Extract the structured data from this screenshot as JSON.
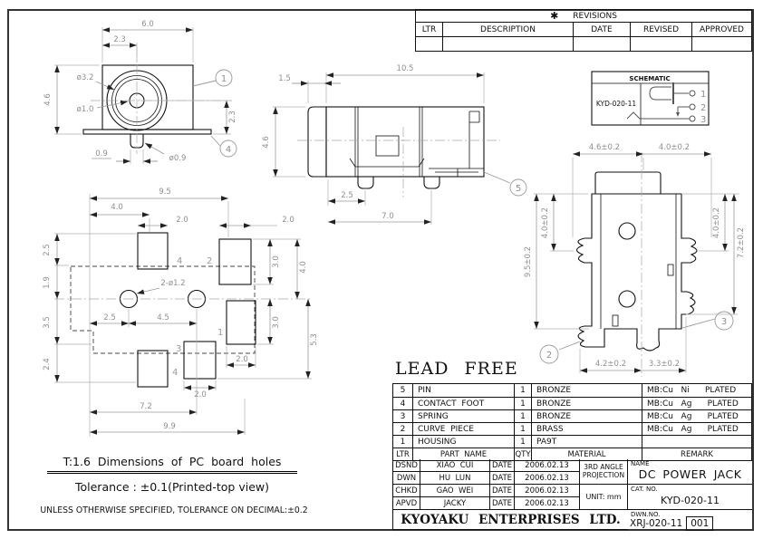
{
  "revisions": {
    "star": "✱",
    "title": "REVISIONS",
    "headers": [
      "LTR",
      "DESCRIPTION",
      "DATE",
      "REVISED",
      "APPROVED"
    ]
  },
  "front_view": {
    "dim_width": "6.0",
    "dim_center_offset": "2.3",
    "dim_height": "4.6",
    "dim_outer_dia": "ø3.2",
    "dim_pin_dia": "ø1.0",
    "dim_right_height": "2.3",
    "dim_tab_offset": "0.9",
    "dim_tab_dia": "ø0.9",
    "balloon_housing": "1",
    "balloon_contact": "4"
  },
  "side_view": {
    "dim_length": "10.5",
    "dim_front": "1.5",
    "dim_height": "4.6",
    "dim_leg_offset": "2.5",
    "dim_leg_pitch": "7.0",
    "balloon_pin": "5"
  },
  "schematic": {
    "title": "SCHEMATIC",
    "model": "KYD-020-11",
    "pin1": "1",
    "pin2": "2",
    "pin3": "3"
  },
  "top_view": {
    "dim_top_left": "4.6±0.2",
    "dim_top_right": "4.0±0.2",
    "dim_left_outer": "9.5±0.2",
    "dim_left_inner": "4.0±0.2",
    "dim_right_inner": "4.0±0.2",
    "dim_right_outer": "7.2±0.2",
    "dim_bottom_left": "4.2±0.2",
    "dim_bottom_right": "3.3±0.2",
    "balloon_curve": "2",
    "balloon_spring": "3"
  },
  "pcb": {
    "dim_top_overall": "9.5",
    "dim_top_left": "4.0",
    "dim_top_mid": "2.0",
    "dim_top_right": "2.0",
    "dim_left": [
      "2.5",
      "1.9",
      "3.5",
      "2.4"
    ],
    "holes_label": "2-ø1.2",
    "dim_hole_left": "2.5",
    "dim_hole_span": "4.5",
    "dim_right_upper": "3.0",
    "dim_right_outer": "4.0",
    "dim_right_lower": "3.0",
    "dim_right_bottom": "5.3",
    "dim_pad1_w": "2.0",
    "dim_pad3_w": "2.0",
    "dim_bottom_inner": "7.2",
    "dim_bottom_overall": "9.9",
    "label_pad4_top": "4",
    "label_pad2": "2",
    "label_pad1": "1",
    "label_pad3": "3",
    "label_pad4_bottom": "4"
  },
  "notes": {
    "title": "T:1.6 Dimensions of PC board holes",
    "tolerance": "Tolerance : ±0.1(Printed-top view)",
    "general": "UNLESS OTHERWISE SPECIFIED, TOLERANCE ON DECIMAL:±0.2"
  },
  "lead_free": "LEAD FREE",
  "parts": {
    "headers": {
      "ltr": "LTR",
      "name": "PART  NAME",
      "qty": "QTY",
      "material": "MATERIAL",
      "remark": "REMARK"
    },
    "rows": [
      {
        "ltr": "5",
        "name": "PIN",
        "qty": "1",
        "material": "BRONZE",
        "remark": "MB:Cu   Ni      PLATED"
      },
      {
        "ltr": "4",
        "name": "CONTACT  FOOT",
        "qty": "1",
        "material": "BRONZE",
        "remark": "MB:Cu   Ag      PLATED"
      },
      {
        "ltr": "3",
        "name": "SPRING",
        "qty": "1",
        "material": "BRONZE",
        "remark": "MB:Cu   Ag      PLATED"
      },
      {
        "ltr": "2",
        "name": "CURVE  PIECE",
        "qty": "1",
        "material": "BRASS",
        "remark": "MB:Cu   Ag      PLATED"
      },
      {
        "ltr": "1",
        "name": "HOUSING",
        "qty": "1",
        "material": "PA9T",
        "remark": ""
      }
    ]
  },
  "title_block": {
    "approvals": [
      {
        "role": "DSND",
        "name": "XIAO  CUI",
        "date_label": "DATE",
        "date": "2006.02.13"
      },
      {
        "role": "DWN",
        "name": "HU  LUN",
        "date_label": "DATE",
        "date": "2006.02.13"
      },
      {
        "role": "CHKD",
        "name": "GAO  WEI",
        "date_label": "DATE",
        "date": "2006.02.13"
      },
      {
        "role": "APVD",
        "name": "JACKY",
        "date_label": "DATE",
        "date": "2006.02.13"
      }
    ],
    "projection": "3RD ANGLE PROJECTION",
    "unit": "UNIT: mm",
    "name_label": "NAME",
    "product": "DC POWER JACK",
    "cat_label": "CAT. NO.",
    "cat_no": "KYD-020-11",
    "dwn_label": "DWN.NO.",
    "dwn_no": "XRJ-020-11",
    "sheet": "001",
    "company": "KYOYAKU ENTERPRISES LTD."
  }
}
